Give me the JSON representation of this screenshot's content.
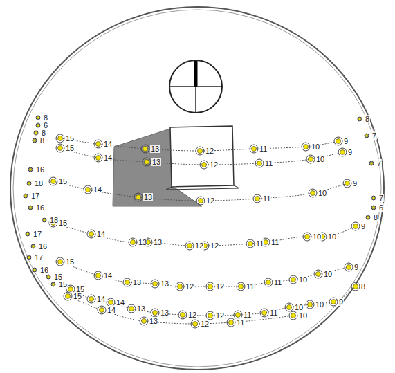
{
  "diagram": {
    "labels": [
      "15",
      "14",
      "13",
      "12",
      "11",
      "10",
      "9",
      "15",
      "14",
      "13",
      "12",
      "11",
      "10",
      "9",
      "15",
      "14",
      "13",
      "12",
      "11",
      "10",
      "9",
      "15",
      "14",
      "13",
      "13",
      "12",
      "12",
      "11",
      "11",
      "10",
      "10",
      "9",
      "15",
      "14",
      "13",
      "13",
      "12",
      "12",
      "11",
      "11",
      "10",
      "10",
      "9",
      "15",
      "14",
      "14",
      "13",
      "13",
      "12",
      "12",
      "11",
      "11",
      "10",
      "10",
      "9",
      "8",
      "15",
      "14",
      "13",
      "12",
      "11",
      "10",
      "8",
      "6",
      "8",
      "8",
      "16",
      "18",
      "17",
      "16",
      "18",
      "17",
      "16",
      "17",
      "16",
      "15",
      "15",
      "8",
      "7",
      "7",
      "6",
      "7",
      "8"
    ]
  }
}
